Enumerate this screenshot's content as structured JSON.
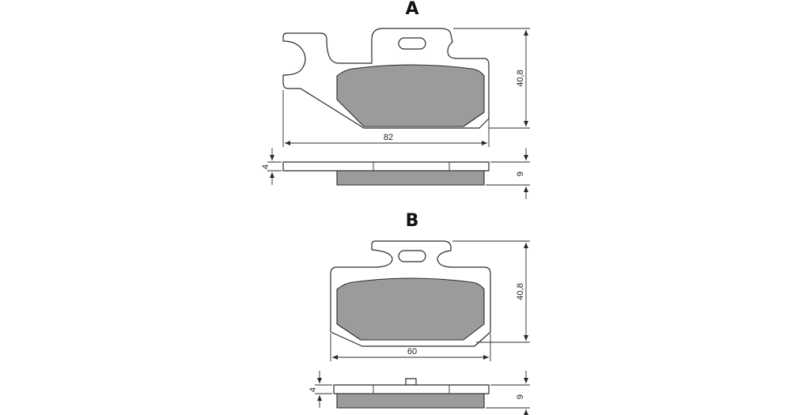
{
  "figures": [
    {
      "label": "A",
      "height_dim": "40,8",
      "width_dim": "82",
      "backplate_dim": "4",
      "total_thickness_dim": "9"
    },
    {
      "label": "B",
      "height_dim": "40,8",
      "width_dim": "60",
      "backplate_dim": "4",
      "total_thickness_dim": "9"
    }
  ],
  "colors": {
    "friction_material": "#9b9b9b",
    "backplate": "#ffffff",
    "lines": "#2a2a2a"
  }
}
